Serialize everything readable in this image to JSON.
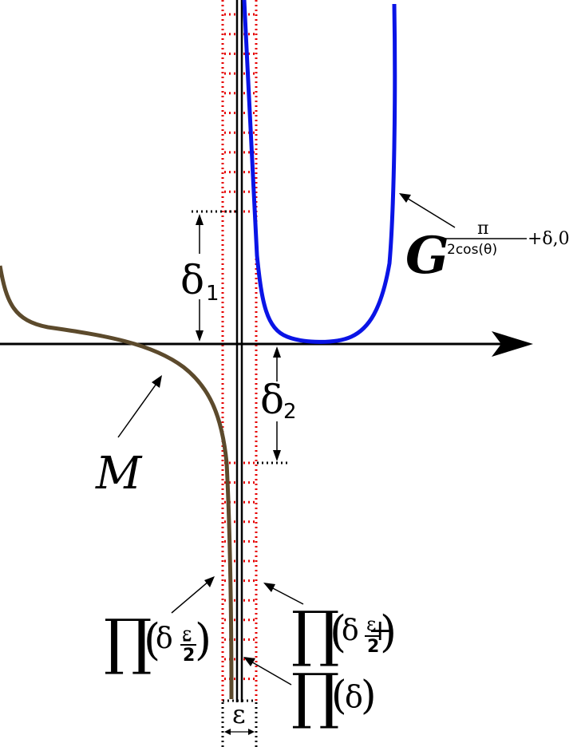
{
  "labels": {
    "delta1": {
      "greek": "δ",
      "sub": "1"
    },
    "delta2": {
      "greek": "δ",
      "sub": "2"
    },
    "curve_m": "M",
    "curve_g": {
      "script": "G",
      "sup_num": "π",
      "sup_den": "2cos(θ)",
      "sup_tail": "+δ,0"
    },
    "pi_minus": {
      "symbol": "∏",
      "inner": "δ -",
      "frac_num": "ε",
      "frac_den": "2"
    },
    "pi_plus": {
      "symbol": "∏",
      "inner": "δ +",
      "frac_num": "ε",
      "frac_den": "2"
    },
    "pi_delta": {
      "symbol": "∏",
      "inner": "δ"
    },
    "epsilon": "ε"
  },
  "colors": {
    "axis": "#000000",
    "curve_g": "#0a14e6",
    "curve_m": "#5c4a2c",
    "strip": "#e60000"
  }
}
